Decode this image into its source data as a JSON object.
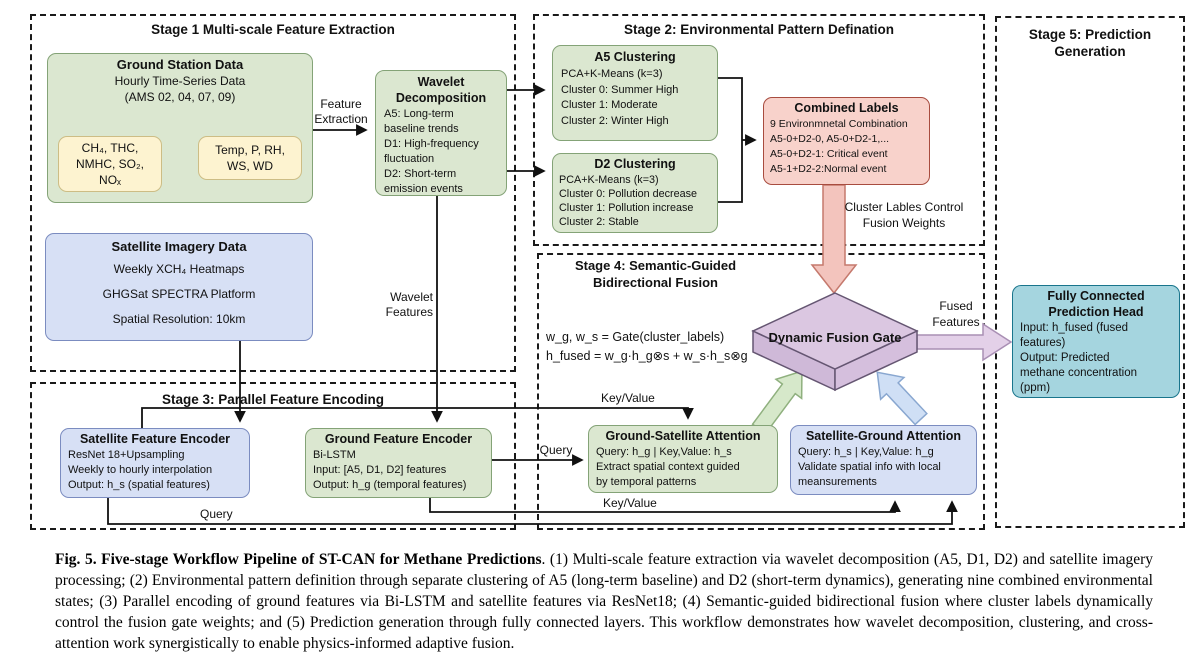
{
  "stage_titles": {
    "s1": "Stage 1 Multi-scale Feature Extraction",
    "s2": "Stage 2: Environmental Pattern Defination",
    "s3": "Stage 3: Parallel Feature Encoding",
    "s4_line1": "Stage 4: Semantic-Guided",
    "s4_line2": "Bidirectional Fusion",
    "s5_line1": "Stage 5: Prediction",
    "s5_line2": "Generation"
  },
  "boxes": {
    "ground_station": {
      "title": "Ground Station Data",
      "lines": [
        "Hourly Time-Series Data",
        "(AMS 02, 04, 07, 09)"
      ]
    },
    "pollutants": {
      "lines": [
        "CH₄, THC,",
        "NMHC, SO₂,",
        "NOₓ"
      ]
    },
    "meteorology": {
      "lines": [
        "Temp, P, RH,",
        "WS, WD"
      ]
    },
    "wavelet": {
      "title": "Wavelet Decomposition",
      "lines": [
        "A5: Long-term",
        "baseline trends",
        "D1: High-frequency",
        "fluctuation",
        "D2: Short-term",
        "emission events"
      ]
    },
    "satellite_imagery": {
      "title": "Satellite Imagery Data",
      "lines": [
        "Weekly XCH₄ Heatmaps",
        "GHGSat SPECTRA Platform",
        "Spatial Resolution: 10km"
      ]
    },
    "a5_clustering": {
      "title": "A5 Clustering",
      "lines": [
        "PCA+K-Means (k=3)",
        "Cluster 0: Summer High",
        "Cluster 1: Moderate",
        "Cluster 2: Winter High"
      ]
    },
    "d2_clustering": {
      "title": "D2 Clustering",
      "lines": [
        "PCA+K-Means (k=3)",
        "Cluster 0: Pollution decrease",
        "Cluster 1: Pollution increase",
        "Cluster 2: Stable"
      ]
    },
    "combined_labels": {
      "title": "Combined Labels",
      "lines": [
        "9 Environmnetal Combination",
        "A5-0+D2-0, A5-0+D2-1,...",
        "A5-0+D2-1: Critical event",
        "A5-1+D2-2:Normal event"
      ]
    },
    "fusion_gate": {
      "title": "Dynamic Fusion Gate"
    },
    "prediction_head": {
      "title_line1": "Fully Connected",
      "title_line2": "Prediction Head",
      "lines": [
        "Input: h_fused (fused",
        "features)",
        "Output: Predicted",
        "methane concentration",
        "(ppm)"
      ]
    },
    "satellite_encoder": {
      "title": "Satellite Feature Encoder",
      "lines": [
        "ResNet 18+Upsampling",
        "Weekly to hourly interpolation",
        "Output: h_s (spatial features)"
      ]
    },
    "ground_encoder": {
      "title": "Ground Feature Encoder",
      "lines": [
        "Bi-LSTM",
        "Input: [A5, D1, D2] features",
        "Output: h_g (temporal features)"
      ]
    },
    "ground_satellite_attention": {
      "title": "Ground-Satellite Attention",
      "lines": [
        "Query: h_g | Key,Value: h_s",
        "Extract spatial context guided",
        "by temporal patterns"
      ]
    },
    "satellite_ground_attention": {
      "title": "Satellite-Ground Attention",
      "lines": [
        "Query: h_s | Key,Value: h_g",
        "Validate spatial info with local",
        "meansurements"
      ]
    }
  },
  "equations": {
    "line1": "w_g, w_s = Gate(cluster_labels)",
    "line2": "h_fused = w_g·h_g⊗s + w_s·h_s⊗g"
  },
  "edge_labels": {
    "feature_extraction_line1": "Feature",
    "feature_extraction_line2": "Extraction",
    "wavelet_features_line1": "Wavelet",
    "wavelet_features_line2": "Features",
    "cluster_control_line1": "Cluster Lables Control",
    "cluster_control_line2": "Fusion Weights",
    "fused_features_line1": "Fused",
    "fused_features_line2": "Features",
    "key_value_top": "Key/Value",
    "query_mid": "Query",
    "query_bottom": "Query",
    "key_value_bottom": "Key/Value"
  },
  "caption": {
    "bold": "Fig. 5.  Five-stage Workflow Pipeline of ST-CAN for Methane Predictions",
    "rest": ". (1) Multi-scale feature extraction via wavelet decomposition (A5, D1, D2) and satellite imagery processing; (2) Environmental pattern definition through separate clustering of A5 (long-term baseline) and D2 (short-term dynamics), generating nine combined environmental states; (3) Parallel encoding of ground features via Bi-LSTM and satellite features via ResNet18; (4) Semantic-guided bidirectional fusion where cluster labels dynamically control the fusion gate weights; and (5) Prediction generation through fully connected layers. This workflow demonstrates how wavelet decomposition, clustering, and cross-attention work synergistically to enable physics-informed adaptive fusion."
  },
  "colors": {
    "green_fill": "#dbe7d0",
    "green_border": "#84a377",
    "blue_fill": "#d7e0f5",
    "blue_border": "#7b8cc0",
    "yellow_fill": "#fdf3d0",
    "yellow_border": "#cdbd85",
    "pink_fill": "#f8d2cb",
    "pink_border": "#a84c3f",
    "teal_fill": "#a5d5df",
    "teal_border": "#19758c",
    "purple_fill": "#dbc7e1",
    "purple_border": "#655672",
    "arrow_pink": "#f3c4bd",
    "arrow_green": "#d6e8ca",
    "arrow_blue": "#cfdff5",
    "arrow_purple": "#e3d0e8"
  }
}
